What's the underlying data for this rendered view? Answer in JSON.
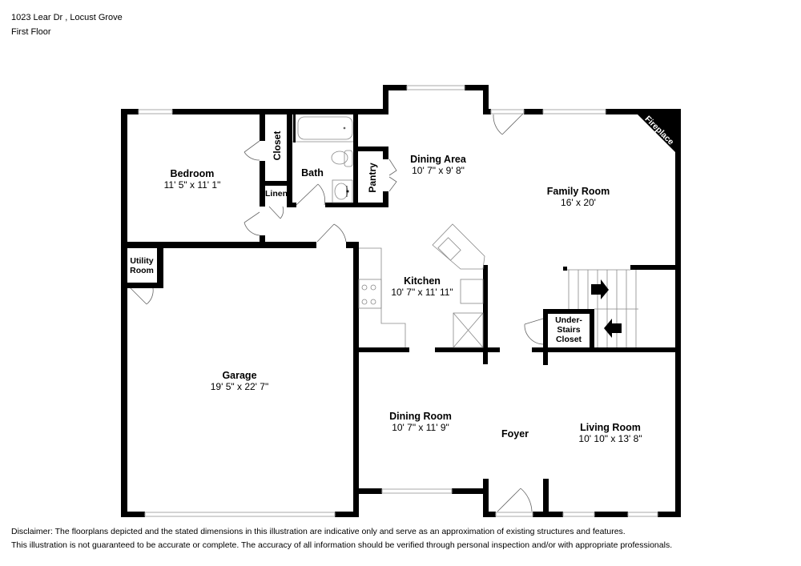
{
  "header": {
    "address": "1023 Lear Dr , Locust Grove",
    "floor": "First Floor"
  },
  "rooms": {
    "bedroom": {
      "name": "Bedroom",
      "dims": "11' 5\" x 11' 1\""
    },
    "closet": {
      "name": "Closet"
    },
    "linen": {
      "name": "Linen"
    },
    "bath": {
      "name": "Bath"
    },
    "pantry": {
      "name": "Pantry"
    },
    "dining_area": {
      "name": "Dining Area",
      "dims": "10' 7\" x 9' 8\""
    },
    "family_room": {
      "name": "Family Room",
      "dims": "16' x 20'"
    },
    "fireplace": {
      "name": "Fireplace"
    },
    "utility_room": {
      "name_line1": "Utility",
      "name_line2": "Room"
    },
    "kitchen": {
      "name": "Kitchen",
      "dims": "10' 7\" x 11' 11\""
    },
    "under_stairs_closet": {
      "line1": "Under-",
      "line2": "Stairs",
      "line3": "Closet"
    },
    "garage": {
      "name": "Garage",
      "dims": "19' 5\" x 22' 7\""
    },
    "dining_room": {
      "name": "Dining Room",
      "dims": "10' 7\" x 11' 9\""
    },
    "foyer": {
      "name": "Foyer"
    },
    "living_room": {
      "name": "Living Room",
      "dims": "10' 10\" x 13' 8\""
    }
  },
  "disclaimer": {
    "line1": "Disclaimer: The floorplans depicted and the stated dimensions in this illustration are indicative only and serve as an approximation of existing structures and features.",
    "line2": "This illustration is not guaranteed to be accurate or complete. The accuracy of all information should be verified through personal inspection and/or with appropriate professionals."
  },
  "colors": {
    "wall": "#000000",
    "window": "#bbbbbb",
    "fixture": "#888888",
    "background": "#ffffff"
  }
}
